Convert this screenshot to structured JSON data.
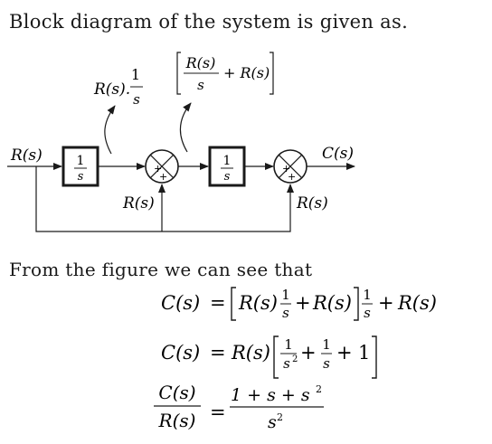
{
  "intro_text": "Block diagram of the system is given as.",
  "second_text": "From the figure we can see that",
  "diagram": {
    "input_label": "R(s)",
    "output_label": "C(s)",
    "block1_num": "1",
    "block1_den": "s",
    "block2_num": "1",
    "block2_den": "s",
    "sum1_label": "R(s)",
    "sum2_label": "R(s)",
    "sum1_signs": "+ +",
    "sum2_signs": "+ +",
    "ann1": {
      "prefix": "R(s).",
      "num": "1",
      "den": "s"
    },
    "ann2": {
      "num": "R(s)",
      "den": "s",
      "rest": "+ R(s)"
    }
  },
  "equations": {
    "eq1": {
      "lhs": "C(s)",
      "eq": "=",
      "t1": "R(s)",
      "n1": "1",
      "d1": "s",
      "plus1": "+",
      "t2": "R(s)",
      "n2": "1",
      "d2": "s",
      "plus2": "+",
      "t3": "R(s)"
    },
    "eq2": {
      "lhs": "C(s)",
      "eq": "=",
      "t1": "R(s)",
      "n1": "1",
      "d1": "s",
      "d1sup": "2",
      "plus1": "+",
      "n2": "1",
      "d2": "s",
      "plus2": "+",
      "t3": "1"
    },
    "eq3": {
      "lnum": "C(s)",
      "lden": "R(s)",
      "eq": "=",
      "rnum": "1 + s + s",
      "rnumsup": "2",
      "rden": "s",
      "rdensup": "2"
    }
  }
}
